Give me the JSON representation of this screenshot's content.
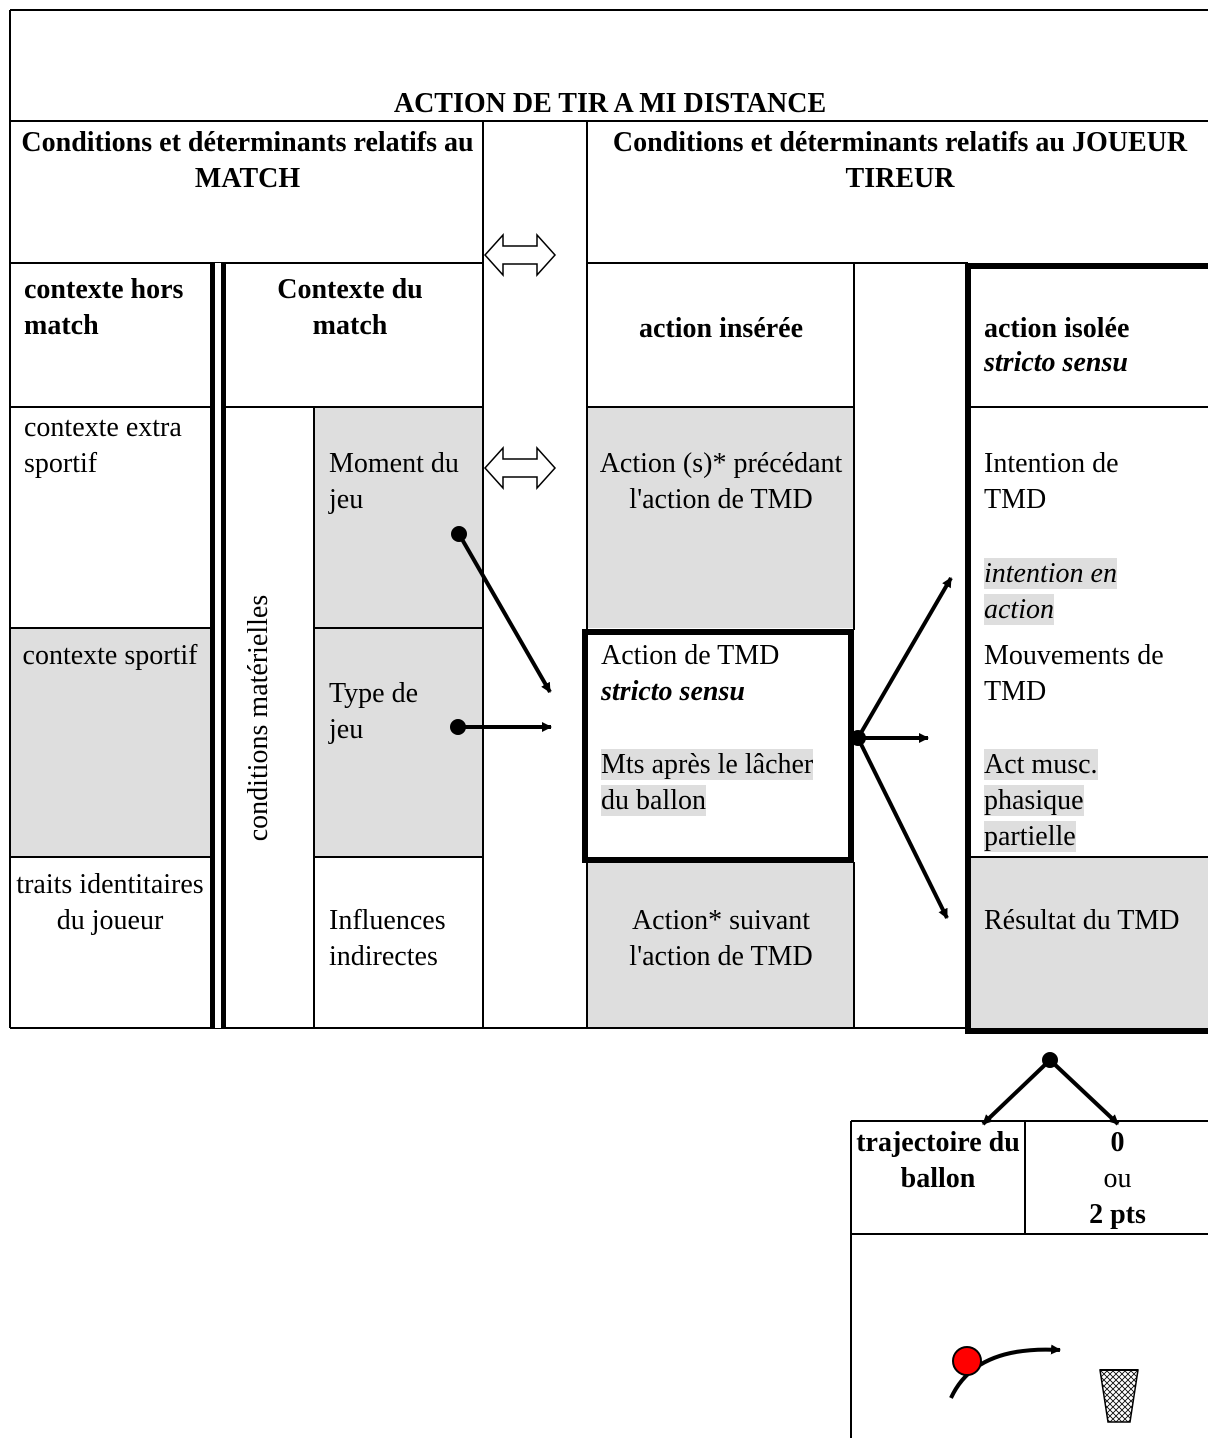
{
  "title": "ACTION DE TIR A MI DISTANCE",
  "header": {
    "match": "Conditions et déterminants relatifs au MATCH",
    "joueur": "Conditions et déterminants relatifs au JOUEUR TIREUR"
  },
  "columns": {
    "hors_match": "contexte hors match",
    "contexte_match": "Contexte du match",
    "action_inseree": "action insérée",
    "action_isolee": "action  isolée",
    "action_isolee_sub": "stricto sensu"
  },
  "hors_match": {
    "extra_sportif": "contexte extra sportif",
    "sportif": "contexte sportif",
    "traits": "traits identitaires du joueur"
  },
  "conditions_materielles": "conditions matérielles",
  "match": {
    "moment": "Moment du jeu",
    "type": "Type de jeu",
    "influences": "Influences indirectes"
  },
  "inseree": {
    "precedant": "Action (s)* précédant l'action de TMD",
    "tmd_line1": "Action de TMD",
    "tmd_line2": "stricto sensu",
    "mts": "Mts après le lâcher du ballon",
    "suivant": "Action* suivant l'action de TMD"
  },
  "isolee": {
    "intention": "Intention de TMD",
    "intention_action": "intention en action",
    "mouvements": "Mouvements de TMD",
    "act_musc": "Act musc. phasique partielle",
    "resultat": "Résultat du TMD"
  },
  "outcome": {
    "trajectoire": "trajectoire du ballon",
    "zero": "0",
    "ou": "ou",
    "pts": "2 pts"
  },
  "colors": {
    "shade": "#dedede",
    "ball": "#ff0000"
  }
}
